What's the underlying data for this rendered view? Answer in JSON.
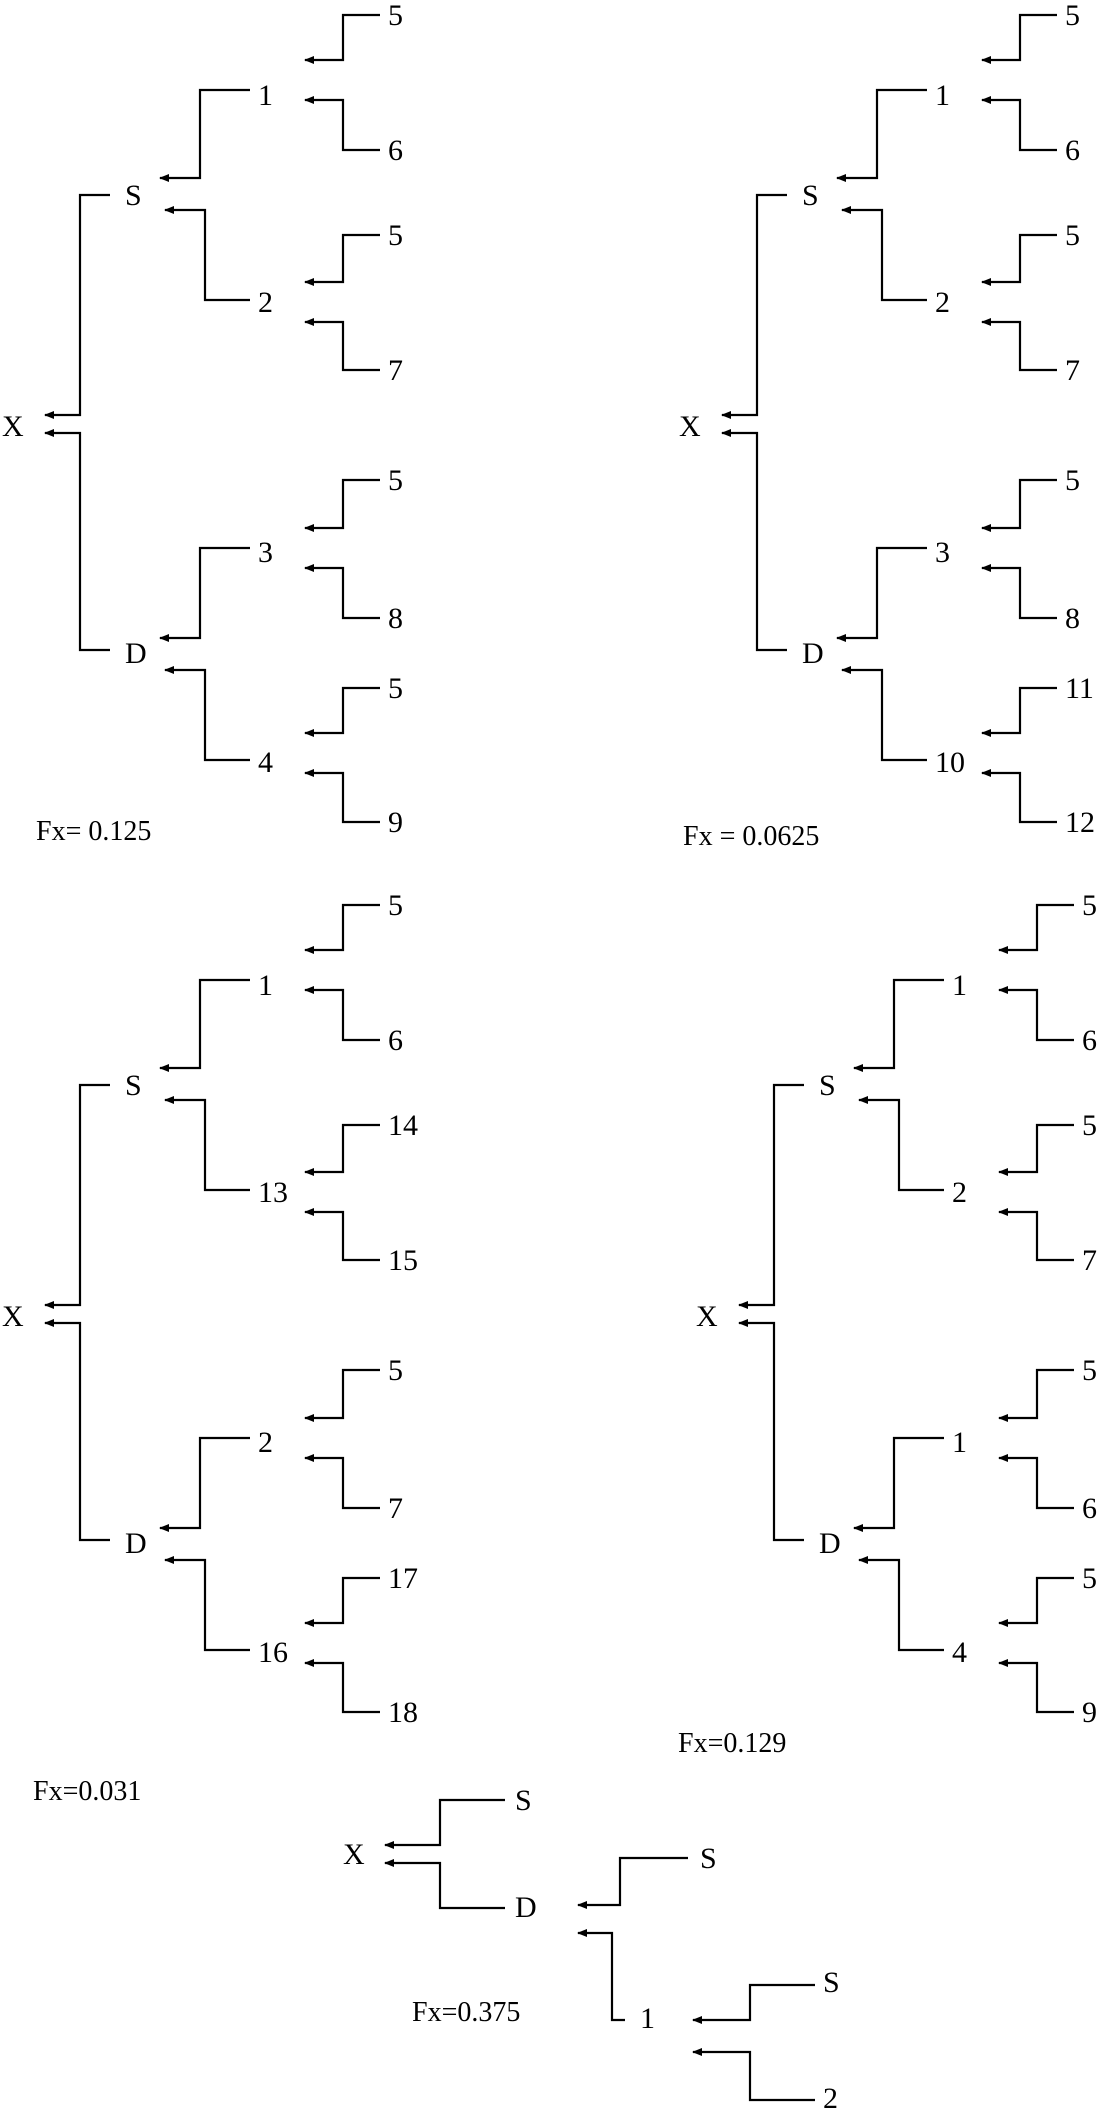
{
  "pedigrees": [
    {
      "id": "p1",
      "fx": "Fx= 0.125",
      "labels": {
        "X": "X",
        "S": "S",
        "D": "D",
        "S1": "1",
        "S2": "2",
        "D1": "3",
        "D2": "4",
        "S1a": "5",
        "S1b": "6",
        "S2a": "5",
        "S2b": "7",
        "D1a": "5",
        "D1b": "8",
        "D2a": "5",
        "D2b": "9"
      }
    },
    {
      "id": "p2",
      "fx": "Fx = 0.0625",
      "labels": {
        "X": "X",
        "S": "S",
        "D": "D",
        "S1": "1",
        "S2": "2",
        "D1": "3",
        "D2": "10",
        "S1a": "5",
        "S1b": "6",
        "S2a": "5",
        "S2b": "7",
        "D1a": "5",
        "D1b": "8",
        "D2a": "11",
        "D2b": "12"
      }
    },
    {
      "id": "p3",
      "fx": "Fx=0.031",
      "labels": {
        "X": "X",
        "S": "S",
        "D": "D",
        "S1": "1",
        "S2": "13",
        "D1": "2",
        "D2": "16",
        "S1a": "5",
        "S1b": "6",
        "S2a": "14",
        "S2b": "15",
        "D1a": "5",
        "D1b": "7",
        "D2a": "17",
        "D2b": "18"
      }
    },
    {
      "id": "p4",
      "fx": "Fx=0.129",
      "labels": {
        "X": "X",
        "S": "S",
        "D": "D",
        "S1": "1",
        "S2": "2",
        "D1": "1",
        "D2": "4",
        "S1a": "5",
        "S1b": "6",
        "S2a": "5",
        "S2b": "7",
        "D1a": "5",
        "D1b": "6",
        "D2a": "5",
        "D2b": "9"
      }
    }
  ],
  "small_pedigree": {
    "fx": "Fx=0.375",
    "labels": {
      "X": "X",
      "S": "S",
      "D": "D",
      "DS": "S",
      "D1": "1",
      "D1S": "S",
      "D1b": "2"
    }
  }
}
